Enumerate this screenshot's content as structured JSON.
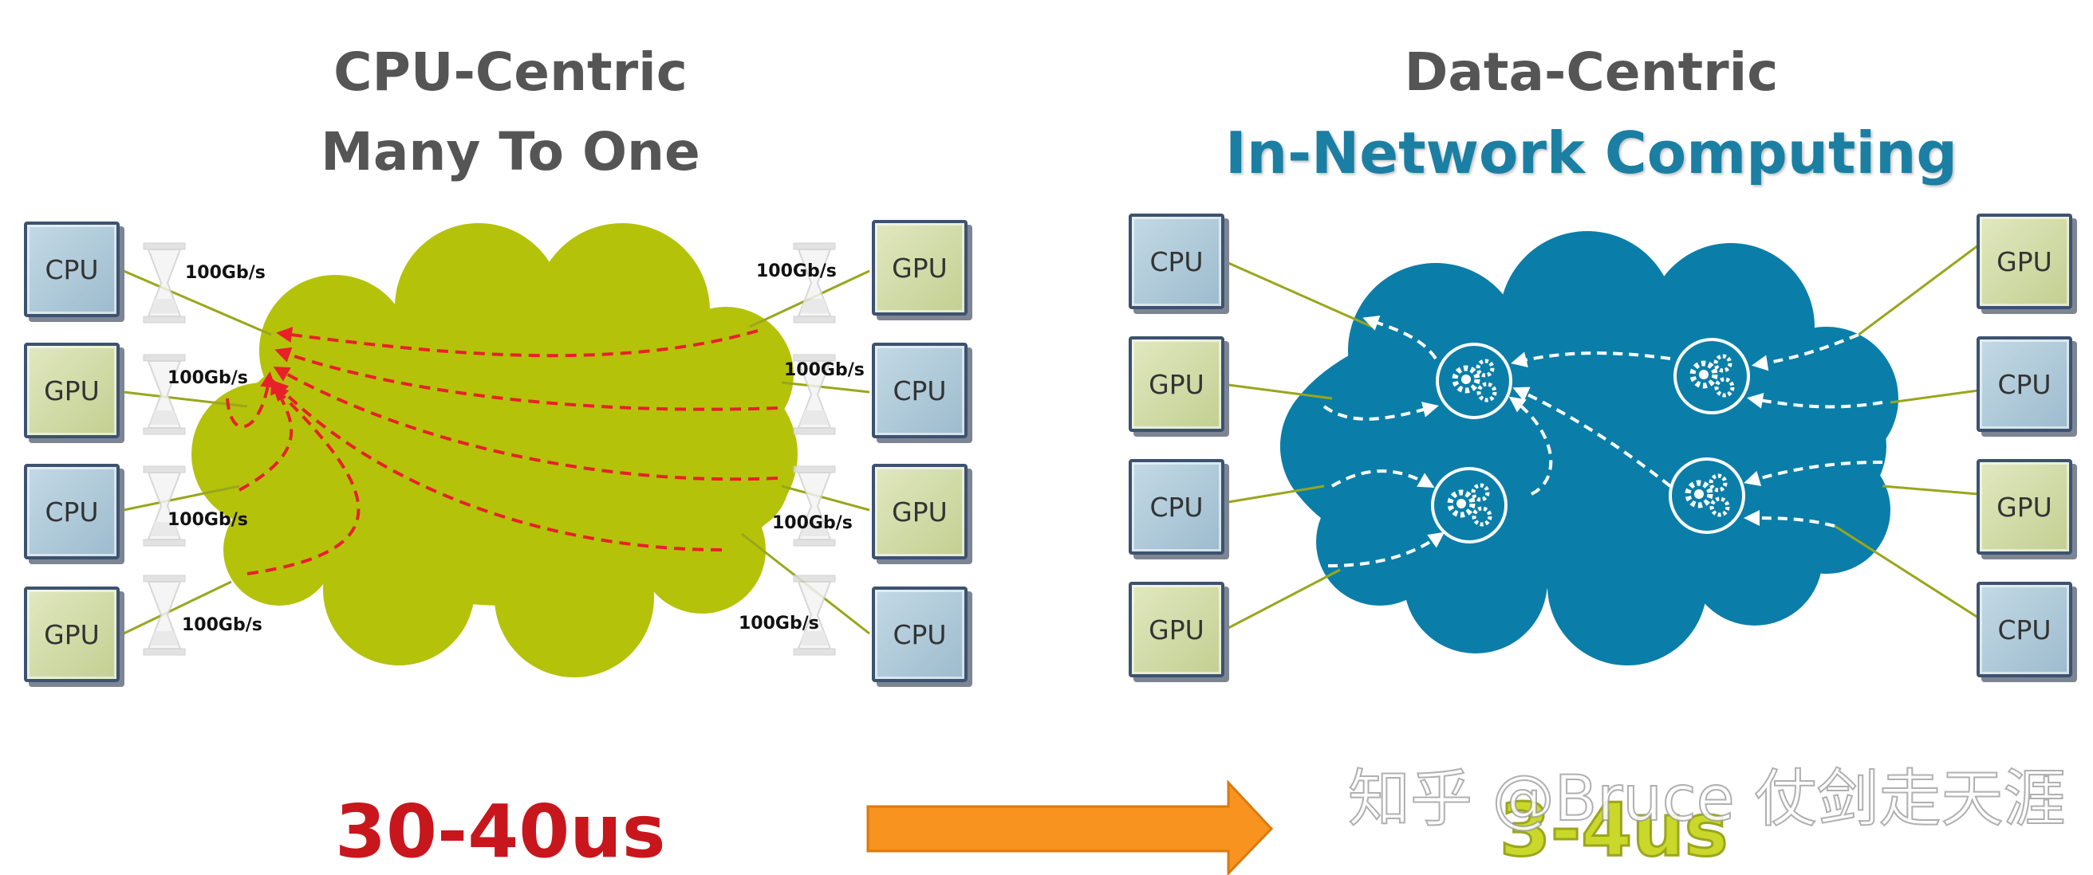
{
  "left_panel": {
    "title_line1": "CPU-Centric",
    "title_line2": "Many To One",
    "latency": "30-40us",
    "left_nodes": [
      "CPU",
      "GPU",
      "CPU",
      "GPU"
    ],
    "right_nodes": [
      "GPU",
      "CPU",
      "GPU",
      "CPU"
    ],
    "left_bandwidth": [
      "100Gb/s",
      "100Gb/s",
      "100Gb/s",
      "100Gb/s"
    ],
    "right_bandwidth": [
      "100Gb/s",
      "100Gb/s",
      "100Gb/s",
      "100Gb/s"
    ],
    "cloud_color": "#b4c20a",
    "flow_color": "#e8202a"
  },
  "right_panel": {
    "title_line1": "Data-Centric",
    "title_line2": "In-Network Computing",
    "latency": "3-4us",
    "left_nodes": [
      "CPU",
      "GPU",
      "CPU",
      "GPU"
    ],
    "right_nodes": [
      "GPU",
      "CPU",
      "GPU",
      "CPU"
    ],
    "cloud_color": "#0a7ea8",
    "flow_color": "#ffffff"
  },
  "arrow_color": "#f7931e",
  "watermark": "知乎 @Bruce 仗剑走天涯",
  "icons": [
    "hourglass-icon",
    "gears-icon",
    "arrow-right-icon"
  ]
}
